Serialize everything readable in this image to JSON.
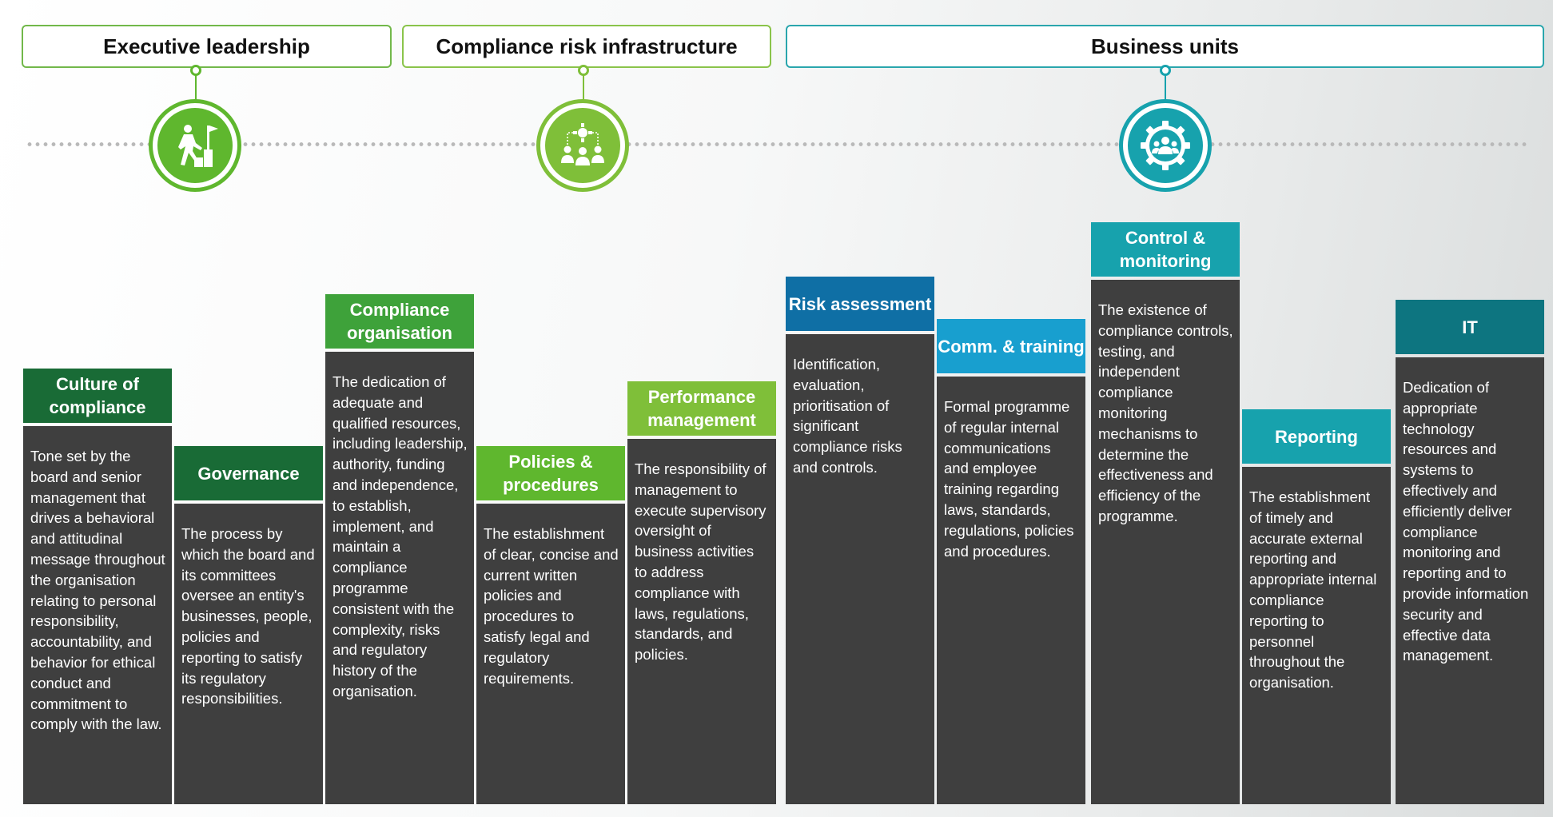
{
  "headers": {
    "executive": "Executive leadership",
    "compliance_infra": "Compliance risk infrastructure",
    "business_units": "Business units"
  },
  "icons": {
    "executive": "person-climbing-steps-to-flag-icon",
    "compliance_infra": "team-with-gear-icon",
    "business_units": "group-in-gear-icon"
  },
  "columns": [
    {
      "title": "Culture of compliance",
      "body": "Tone set by the board and senior management that drives a behavioral and attitudinal message throughout the organisation relating to personal responsibility, accountability, and behavior for ethical conduct and commitment to comply with the law."
    },
    {
      "title": "Governance",
      "body": "The process by which the board and its committees oversee an entity's businesses, people, policies and reporting to satisfy its regulatory responsibilities."
    },
    {
      "title": "Compliance organisation",
      "body": "The dedication of adequate and qualified resources, including leadership, authority, funding and independence, to establish, implement, and maintain a compliance programme consistent with the complexity, risks and regulatory history of the organisation."
    },
    {
      "title": "Policies & procedures",
      "body": "The establishment of clear, concise and current written policies and procedures to satisfy legal and regulatory requirements."
    },
    {
      "title": "Performance management",
      "body": "The responsibility of management to execute supervisory oversight of business activities to address compliance with laws, regulations, standards, and policies."
    },
    {
      "title": "Risk assessment",
      "body": "Identification, evaluation, prioritisation of significant compliance risks and controls."
    },
    {
      "title": "Comm. & training",
      "body": "Formal programme of regular internal communications and employee training regarding laws, standards, regulations, policies and procedures."
    },
    {
      "title": "Control & monitoring",
      "body": "The existence of compliance controls, testing, and independent compliance monitoring mechanisms to determine the effectiveness and efficiency of the programme."
    },
    {
      "title": "Reporting",
      "body": "The establishment of timely and accurate external reporting and appropriate internal compliance reporting to personnel throughout the organisation."
    },
    {
      "title": "IT",
      "body": "Dedication of appropriate technology resources and systems to effectively and efficiently deliver compliance monitoring and reporting and to provide information security and effective data management."
    }
  ],
  "colors": {
    "dark_green": "#196b36",
    "bright_green": "#5fb72e",
    "lime": "#7fbf39",
    "blue": "#0f6fa5",
    "light_blue": "#189fcf",
    "teal": "#17a2ad",
    "dark_teal": "#0d7580",
    "body": "#3f3f3f"
  }
}
